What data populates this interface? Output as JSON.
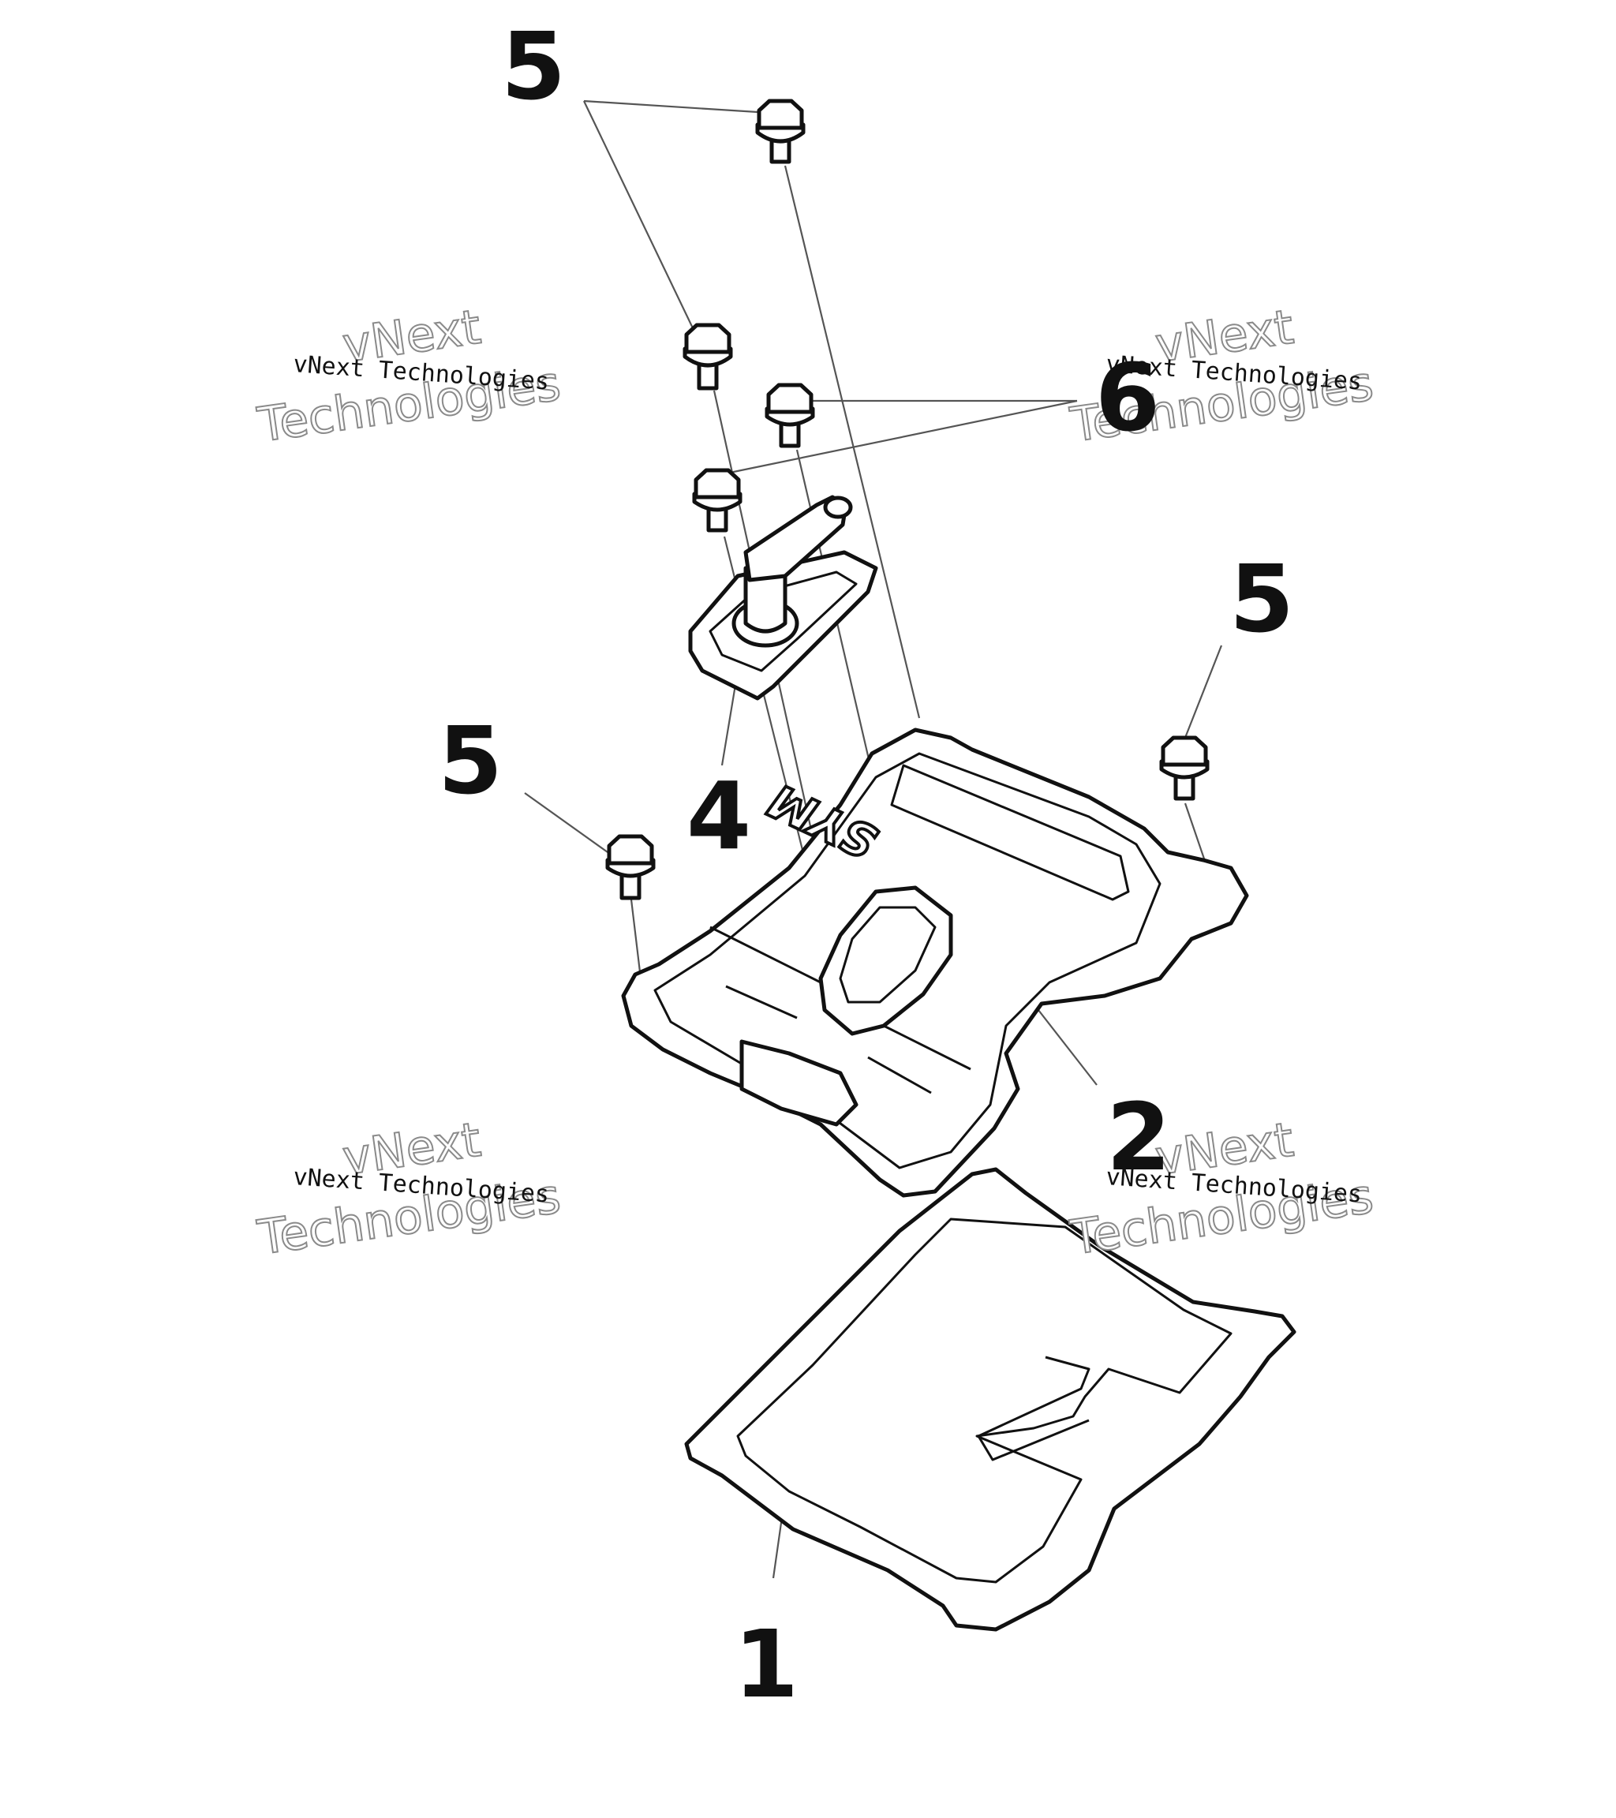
{
  "callouts": {
    "bolt_top": "5",
    "bolt_right": "5",
    "bolt_left": "5",
    "bolt_small": "6",
    "cap": "4",
    "cover": "2",
    "gasket": "1"
  },
  "watermark": {
    "line": "vNext Technologies",
    "big_top": "vNext",
    "big_bottom": "Technologies"
  },
  "cover_logo": "SYM",
  "colors": {
    "ink": "#111111",
    "leader": "#555555",
    "background": "#ffffff"
  }
}
